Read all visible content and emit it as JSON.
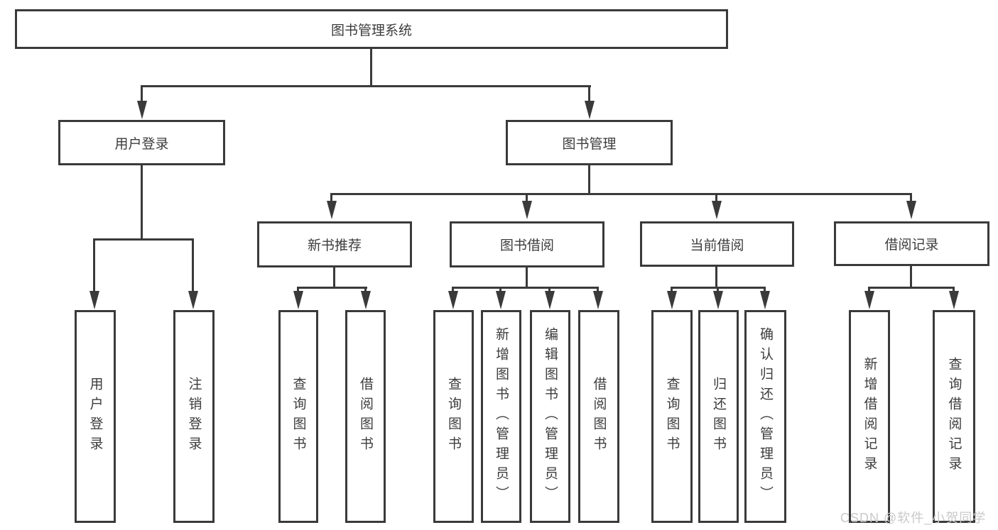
{
  "diagram": {
    "root": {
      "label": "图书管理系统"
    },
    "children": [
      {
        "label": "用户登录",
        "children": [
          {
            "label": "用户登录"
          },
          {
            "label": "注销登录"
          }
        ]
      },
      {
        "label": "图书管理",
        "children": [
          {
            "label": "新书推荐",
            "children": [
              {
                "label": "查询图书"
              },
              {
                "label": "借阅图书"
              }
            ]
          },
          {
            "label": "图书借阅",
            "children": [
              {
                "label": "查询图书"
              },
              {
                "label": "新增图书（管理员）"
              },
              {
                "label": "编辑图书（管理员）"
              },
              {
                "label": "借阅图书"
              }
            ]
          },
          {
            "label": "当前借阅",
            "children": [
              {
                "label": "查询图书"
              },
              {
                "label": "归还图书"
              },
              {
                "label": "确认归还（管理员）"
              }
            ]
          },
          {
            "label": "借阅记录",
            "children": [
              {
                "label": "新增借阅记录"
              },
              {
                "label": "查询借阅记录"
              }
            ]
          }
        ]
      }
    ]
  },
  "watermark": {
    "text": "CSDN @软件_小贺同学"
  },
  "colors": {
    "line": "#3a3a3a",
    "box_background": "#ffffff",
    "text": "#3c3c3c",
    "watermark": "#c9c9c9"
  }
}
